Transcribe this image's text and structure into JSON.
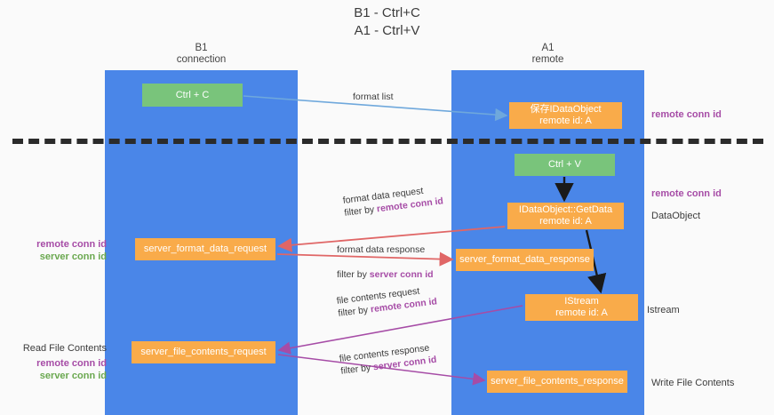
{
  "title": {
    "line1": "B1 - Ctrl+C",
    "line2": "A1 - Ctrl+V"
  },
  "columns": {
    "left": {
      "name": "B1",
      "role": "connection"
    },
    "right": {
      "name": "A1",
      "role": "remote"
    }
  },
  "colors": {
    "column_fill": "#4a86e8",
    "green_node": "#79c47b",
    "orange_node": "#f9ab4a",
    "remote_conn_id": "#a64ca6",
    "server_conn_id": "#6aa84f",
    "divider": "#2b2b2b",
    "arrow_format_list": "#6fa8dc",
    "arrow_format_data": "#e06666",
    "arrow_file_contents": "#a64ca6",
    "arrow_black": "#1a1a1a",
    "background": "#fafafa"
  },
  "nodes": {
    "ctrl_c": {
      "label": "Ctrl + C",
      "kind": "green"
    },
    "save_idataobject": {
      "line1": "保存IDataObject",
      "line2": "remote id: A",
      "kind": "orange"
    },
    "ctrl_v": {
      "label": "Ctrl + V",
      "kind": "green"
    },
    "getdata": {
      "line1": "IDataObject::GetData",
      "line2": "remote id: A",
      "kind": "orange"
    },
    "server_format_data_request": {
      "label": "server_format_data_request",
      "kind": "orange"
    },
    "server_format_data_response": {
      "label": "server_format_data_response",
      "kind": "orange"
    },
    "istream": {
      "line1": "IStream",
      "line2": "remote id: A",
      "kind": "orange"
    },
    "server_file_contents_request": {
      "label": "server_file_contents_request",
      "kind": "orange"
    },
    "server_file_contents_response": {
      "label": "server_file_contents_response",
      "kind": "orange"
    }
  },
  "edge_labels": {
    "format_list": "format list",
    "format_data_request": "format data request",
    "format_data_request_filter_prefix": "filter by ",
    "format_data_request_filter_key": "remote conn id",
    "format_data_response": "format data response",
    "format_data_response_filter_prefix": "filter by ",
    "format_data_response_filter_key": "server conn id",
    "file_contents_request": "file contents request",
    "file_contents_request_filter_prefix": "filter by ",
    "file_contents_request_filter_key": "remote conn id",
    "file_contents_response": "file contents response",
    "file_contents_response_filter_prefix": "filter by ",
    "file_contents_response_filter_key": "server conn id"
  },
  "annotations": {
    "right": {
      "remote_conn_id_top": "remote conn id",
      "remote_conn_id_mid": "remote conn id",
      "dataobject": "DataObject",
      "istream": "Istream",
      "write_file_contents": "Write File Contents"
    },
    "left": {
      "remote_conn_id_mid": "remote conn id",
      "server_conn_id_mid": "server conn id",
      "read_file_contents": "Read File Contents",
      "remote_conn_id_bottom": "remote conn id",
      "server_conn_id_bottom": "server conn id"
    }
  }
}
